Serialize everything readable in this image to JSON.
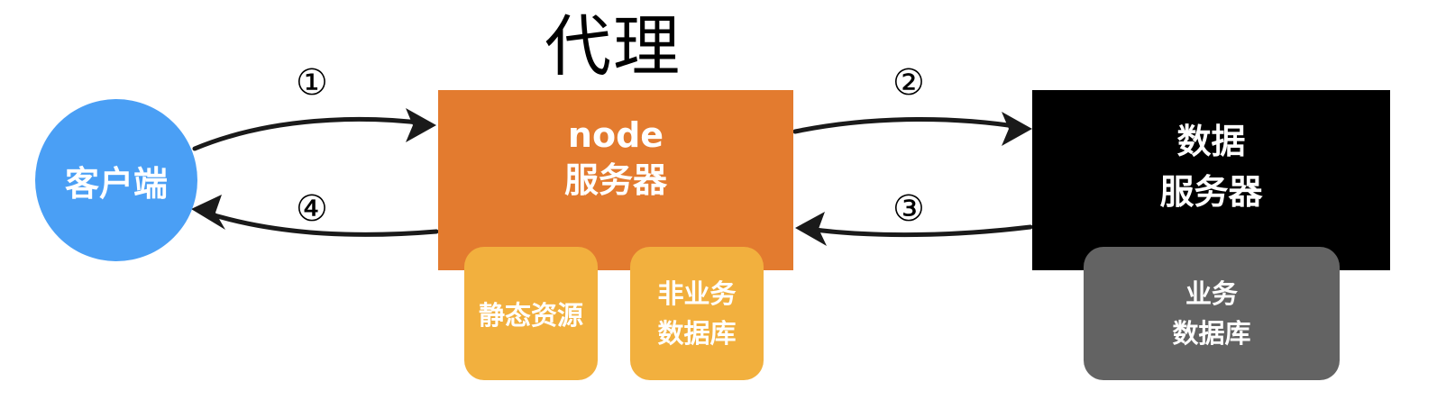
{
  "title": "代理",
  "colors": {
    "client": "#4a9ff5",
    "node_server": "#e37b2f",
    "sub_box": "#f2b03e",
    "data_server": "#000000",
    "biz_db": "#636363",
    "arrow": "#1a1a1a"
  },
  "client": {
    "label": "客户端"
  },
  "node_server": {
    "line1": "node",
    "line2": "服务器"
  },
  "node_sub": {
    "static": "静态资源",
    "nonbiz_line1": "非业务",
    "nonbiz_line2": "数据库"
  },
  "data_server": {
    "line1": "数据",
    "line2": "服务器"
  },
  "biz_db": {
    "line1": "业务",
    "line2": "数据库"
  },
  "steps": {
    "s1": "①",
    "s2": "②",
    "s3": "③",
    "s4": "④"
  }
}
